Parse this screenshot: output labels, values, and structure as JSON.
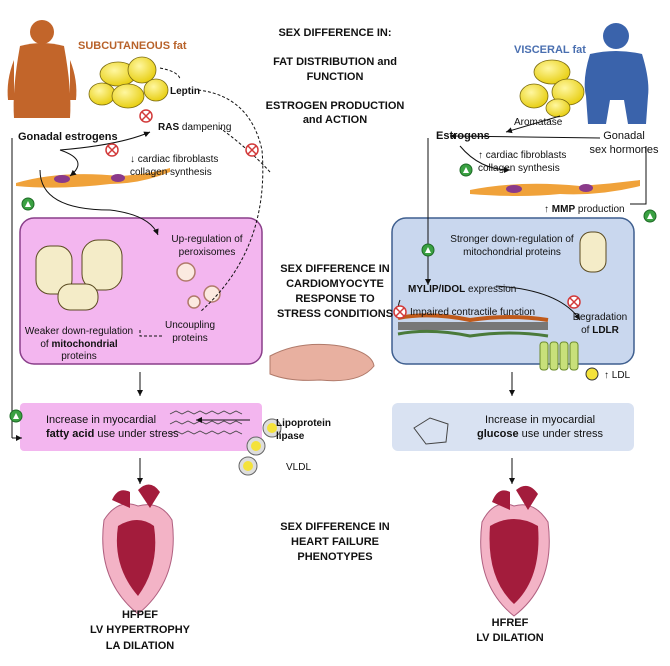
{
  "center": {
    "sex_diff_in": "SEX DIFFERENCE IN:",
    "fat_dist_1": "FAT DISTRIBUTION and",
    "fat_dist_2": "FUNCTION",
    "estrogen_1": "ESTROGEN PRODUCTION",
    "estrogen_2": "and ACTION",
    "cardio_1": "SEX DIFFERENCE IN",
    "cardio_2": "CARDIOMYOCYTE",
    "cardio_3": "RESPONSE TO",
    "cardio_4": "STRESS CONDITIONS",
    "hf_1": "SEX DIFFERENCE IN",
    "hf_2": "HEART FAILURE",
    "hf_3": "PHENOTYPES"
  },
  "left": {
    "fat_type": "SUBCUTANEOUS fat",
    "leptin": "Leptin",
    "gonadal_estrogens": "Gonadal estrogens",
    "ras": "RAS",
    "ras_rest": " dampening",
    "fibro_1": "↓ cardiac fibroblasts",
    "fibro_2": "collagen synthesis",
    "perox_1": "Up-regulation of",
    "perox_2": "peroxisomes",
    "weaker_1": "Weaker down-regulation",
    "weaker_2a": "of ",
    "weaker_2b": "mitochondrial",
    "weaker_2c": " proteins",
    "uncoupling_1": "Uncoupling",
    "uncoupling_2": "proteins",
    "fa_1": "Increase in myocardial",
    "fa_2a": "fatty acid",
    "fa_2b": " use under stress",
    "lipo_1": "Lipoprotein",
    "lipo_2": "lipase",
    "vldl": "VLDL",
    "outcome_1": "HFPEF",
    "outcome_2": "LV HYPERTROPHY",
    "outcome_3": "LA DILATION"
  },
  "right": {
    "fat_type": "VISCERAL fat",
    "aromatase": "Aromatase",
    "gonadal_1": "Gonadal",
    "gonadal_2": "sex hormones",
    "estrogens": "Estrogens",
    "fibro_1": "↑ cardiac fibroblasts",
    "fibro_2": "collagen synthesis",
    "mmp_a": "↑ ",
    "mmp_b": "MMP",
    "mmp_c": " production",
    "stronger_1": "Stronger down-regulation of",
    "stronger_2": "mitochondrial proteins",
    "mylip_a": "MYLIP/IDOL",
    "mylip_b": " expression",
    "impaired": "Impaired contractile function",
    "degr_1": "Degradation",
    "degr_2a": "of ",
    "degr_2b": "LDLR",
    "ldl": "↑ LDL",
    "glu_1": "Increase in myocardial",
    "glu_2a": "glucose",
    "glu_2b": " use under stress",
    "outcome_1": "HFREF",
    "outcome_2": "LV DILATION"
  },
  "colors": {
    "female_fig": "#c2652a",
    "male_fig": "#3a63ab",
    "subcut_label": "#b8622a",
    "visceral_label": "#4a6fb0",
    "pink_panel": "#f3b6ef",
    "pink_border": "#8a3f8a",
    "blue_panel": "#c9d7ee",
    "blue_border": "#3f5f8f",
    "fat_cell": "#f4e23a",
    "inhibit": "#d23a3a",
    "activate": "#3aa142",
    "heart_left": "#f3b3c6",
    "heart_dark": "#a31c3c"
  }
}
